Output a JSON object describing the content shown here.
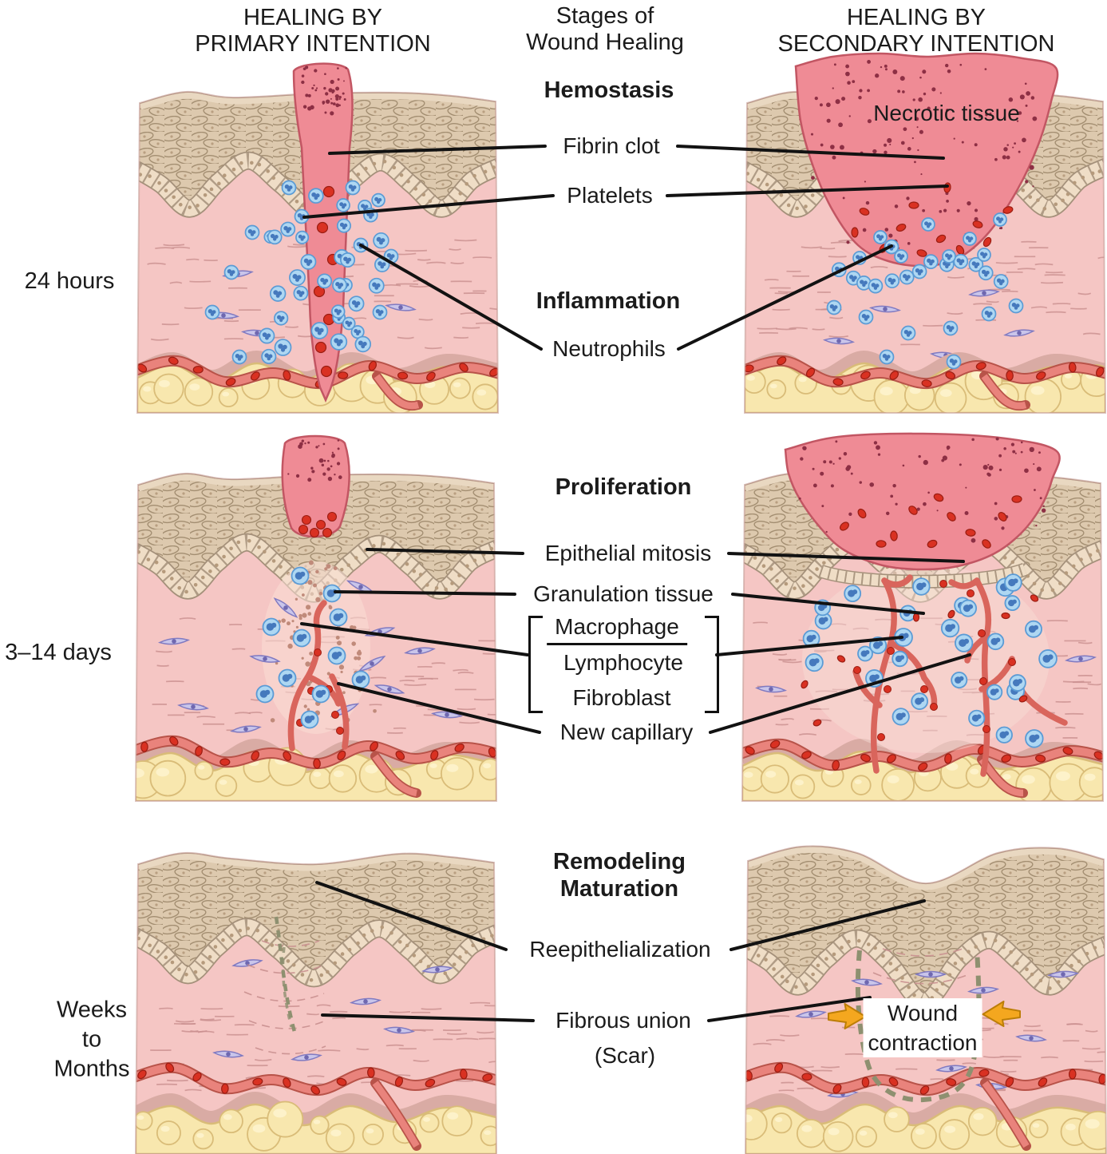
{
  "figure": {
    "headers": {
      "primary_line1": "HEALING BY",
      "primary_line2": "PRIMARY INTENTION",
      "center_line1": "Stages of",
      "center_line2": "Wound Healing",
      "secondary_line1": "HEALING BY",
      "secondary_line2": "SECONDARY INTENTION"
    },
    "time_labels": {
      "row1": "24 hours",
      "row2": "3–14 days",
      "row3_line1": "Weeks",
      "row3_line2": "to",
      "row3_line3": "Months"
    },
    "stage_labels": {
      "hemostasis": "Hemostasis",
      "inflammation": "Inflammation",
      "proliferation": "Proliferation",
      "remodeling": "Remodeling",
      "maturation": "Maturation"
    },
    "structure_labels": {
      "fibrin_clot": "Fibrin clot",
      "platelets": "Platelets",
      "neutrophils": "Neutrophils",
      "epithelial_mitosis": "Epithelial mitosis",
      "granulation_tissue": "Granulation tissue",
      "macrophage": "Macrophage",
      "lymphocyte": "Lymphocyte",
      "fibroblast": "Fibroblast",
      "new_capillary": "New capillary",
      "reepithelialization": "Reepithelialization",
      "fibrous_union": "Fibrous union",
      "scar_parenthetical": "(Scar)",
      "necrotic_tissue": "Necrotic tissue",
      "wound_contraction_line1": "Wound",
      "wound_contraction_line2": "contraction"
    }
  },
  "colors": {
    "text": "#1b1b1b",
    "leader_line": "#121212",
    "dermis": "#f5c6c4",
    "epidermis": "#ddc9ae",
    "epi_hatch": "#9c876a",
    "epi_nuc_dot": "#b59a7c",
    "surface": "#e9d8c1",
    "surface_stroke": "#a8937a",
    "epi_fill": "#efddc6",
    "epi_outline": "#a4907a",
    "dash": "#c98f8f",
    "wound": "#ef8b95",
    "wound_stroke": "#c25663",
    "stipple": "#8d2f44",
    "neutrophil": "#aed7f2",
    "neutrophil_stroke": "#5b9bd5",
    "neutrophil_nucleus": "#4579bd",
    "rbc": "#d93122",
    "rbc_stroke": "#9a1d12",
    "spindle": "#c9c5ea",
    "spindle_stroke": "#807ac1",
    "spindle_nucleus": "#6f68b0",
    "vessel": "#e9837c",
    "vessel_outline": "#b85349",
    "capillary": "#d9655c",
    "fat": "#f8e7ae",
    "fat_stroke": "#d9bc78",
    "fat_highlight": "#fdf2ca",
    "mauve": "#d9aba4",
    "granulation_dot": "#c08a7a",
    "granulation_bg": "#f9ded6",
    "scar_dash": "#8e9070",
    "arrow": "#f4a71f",
    "arrow_stroke": "#bc7e07",
    "body_stroke": "#c59b94"
  }
}
